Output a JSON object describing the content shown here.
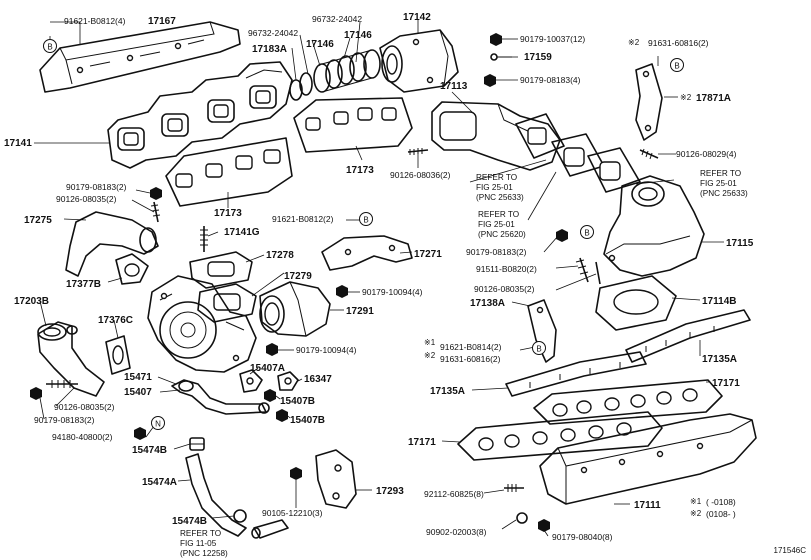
{
  "diagram": {
    "figure_id": "171546C",
    "callouts": {
      "p17167": "17167",
      "p91621_08124": "91621-B0812(4)",
      "p17141": "17141",
      "p17183A": "17183A",
      "p96732a": "96732-24042",
      "p96732b": "96732-24042",
      "p17146a": "17146",
      "p17146b": "17146",
      "p17142": "17142",
      "p90179_10037": "90179-10037(12)",
      "p17159": "17159",
      "p90179_08183_4": "90179-08183(4)",
      "p91631_60816": "91631-60816(2)",
      "p17871A": "17871A",
      "p17113": "17113",
      "p17173a": "17173",
      "p17173b": "17173",
      "p90126_08036": "90126-08036(2)",
      "p90126_08029": "90126-08029(4)",
      "p90179_08183_2a": "90179-08183(2)",
      "p90126_08035_2a": "90126-08035(2)",
      "p17275": "17275",
      "p91621_08122": "91621-B0812(2)",
      "p17141G": "17141G",
      "p17278": "17278",
      "p17271": "17271",
      "p17279": "17279",
      "p17377B": "17377B",
      "p17203B": "17203B",
      "p17376C": "17376C",
      "p90179_10094a": "90179-10094(4)",
      "p17291": "17291",
      "p90179_10094b": "90179-10094(4)",
      "p17115": "17115",
      "p90179_08183_2b": "90179-08183(2)",
      "p91511_08820": "91511-B0820(2)",
      "p90126_08035_2b": "90126-08035(2)",
      "p17114B": "17114B",
      "p17138A": "17138A",
      "p91621_08142": "91621-B0814(2)",
      "p91631_60816_2": "91631-60816(2)",
      "p17135Aa": "17135A",
      "p17135Ab": "17135A",
      "p15471": "15471",
      "p15407a": "15407",
      "p15407A": "15407A",
      "p16347": "16347",
      "p15407Ba": "15407B",
      "p15407Bb": "15407B",
      "p90126_08035_2c": "90126-08035(2)",
      "p90179_08183_2c": "90179-08183(2)",
      "p94180_40800": "94180-40800(2)",
      "p15474B": "15474B",
      "p15474A": "15474A",
      "p15474B2": "15474B",
      "p17171a": "17171",
      "p17171b": "17171",
      "p17293": "17293",
      "p90105_12210": "90105-12210(3)",
      "p92112_60825": "92112-60825(8)",
      "p90902_02003": "90902-02003(8)",
      "p90179_08040": "90179-08040(8)",
      "p17111": "17111"
    },
    "references": {
      "r1_line1": "REFER TO",
      "r1_line2": "FIG 25-01",
      "r1_line3": "(PNC 25633)",
      "r2_line1": "REFER TO",
      "r2_line2": "FIG 25-01",
      "r2_line3": "(PNC 25620)",
      "r3_line1": "REFER TO",
      "r3_line2": "FIG 25-01",
      "r3_line3": "(PNC 25633)",
      "r4_line1": "REFER TO",
      "r4_line2": "FIG 11-05",
      "r4_line3": "(PNC 12258)"
    },
    "bubbles": {
      "b": "B",
      "n": "N"
    },
    "notes": {
      "mark1": "※1",
      "mark2": "※2",
      "legend1_range": "(     -0108)",
      "legend2_range": "(0108-     )"
    }
  }
}
